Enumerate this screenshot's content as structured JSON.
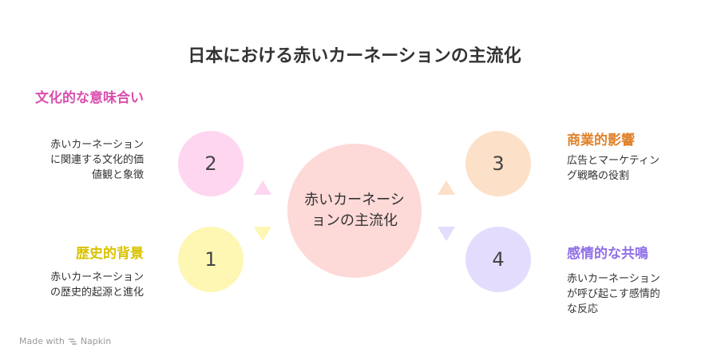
{
  "title": "日本における赤いカーネーションの主流化",
  "center_label": "赤いカーネーションの主流化",
  "items": [
    {
      "number": "1",
      "heading": "歴史的背景",
      "description": "赤いカーネーション\nの歴史的起源と進化",
      "color": "#fdf7b3",
      "heading_color": "#d9c200"
    },
    {
      "number": "2",
      "heading": "文化的な意味合い",
      "description": "赤いカーネーション\nに関連する文化的価\n値観と象徴",
      "color": "#fed6f0",
      "heading_color": "#d94fae"
    },
    {
      "number": "3",
      "heading": "商業的影響",
      "description": "広告とマーケティン\nグ戦略の役割",
      "color": "#fde0c8",
      "heading_color": "#e0822b"
    },
    {
      "number": "4",
      "heading": "感情的な共鳴",
      "description": "赤いカーネーション\nが呼び起こす感情的\nな反応",
      "color": "#e3dcfd",
      "heading_color": "#8f6fe8"
    }
  ],
  "footer": {
    "text": "Made with",
    "brand": "Napkin"
  }
}
